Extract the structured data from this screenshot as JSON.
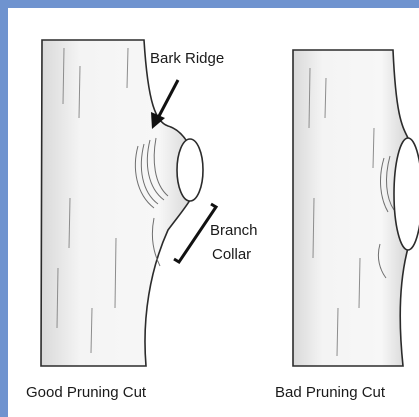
{
  "diagram": {
    "left_panel": {
      "caption": "Good Pruning Cut",
      "labels": {
        "bark_ridge": "Bark Ridge",
        "branch_collar_line1": "Branch",
        "branch_collar_line2": "Collar"
      }
    },
    "right_panel": {
      "caption": "Bad Pruning Cut"
    },
    "colors": {
      "background_border": "#6f93cf",
      "canvas": "#ffffff",
      "outline": "#2b2b2b",
      "bark_shading": "#8c8c8c"
    }
  }
}
